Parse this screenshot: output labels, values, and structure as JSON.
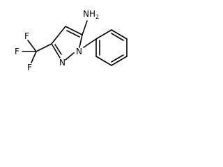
{
  "molecule": {
    "atom_labels": {
      "amine_n": "N",
      "amine_h": "H",
      "amine_sub": "2",
      "ring_n1": "N",
      "ring_n2": "N",
      "f_top": "F",
      "f_left": "F",
      "f_bottom": "F"
    }
  }
}
